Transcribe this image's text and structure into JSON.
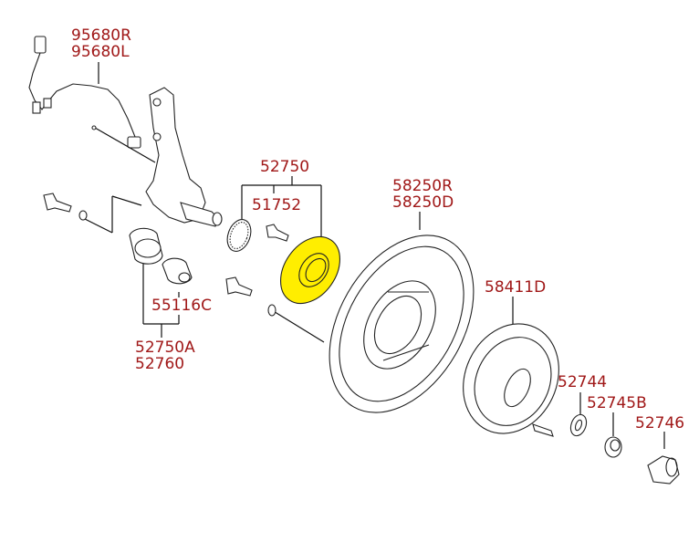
{
  "diagram": {
    "title": "Rear axle hub / brake assembly exploded view",
    "highlight_color": "#ffee00",
    "label_color": "#a01818",
    "parts": [
      {
        "id": "abs-sensor",
        "numbers": [
          "95680R",
          "95680L"
        ]
      },
      {
        "id": "hub-assembly",
        "numbers": [
          "52750"
        ]
      },
      {
        "id": "hub-bolt",
        "numbers": [
          "51752"
        ]
      },
      {
        "id": "backing-plate",
        "numbers": [
          "58250R",
          "58250D"
        ]
      },
      {
        "id": "bushing",
        "numbers": [
          "55116C"
        ]
      },
      {
        "id": "carrier",
        "numbers": [
          "52750A",
          "52760"
        ]
      },
      {
        "id": "brake-disc",
        "numbers": [
          "58411D"
        ]
      },
      {
        "id": "washer",
        "numbers": [
          "52744"
        ]
      },
      {
        "id": "lock-nut",
        "numbers": [
          "52745B"
        ]
      },
      {
        "id": "hub-cap",
        "numbers": [
          "52746"
        ]
      }
    ]
  }
}
